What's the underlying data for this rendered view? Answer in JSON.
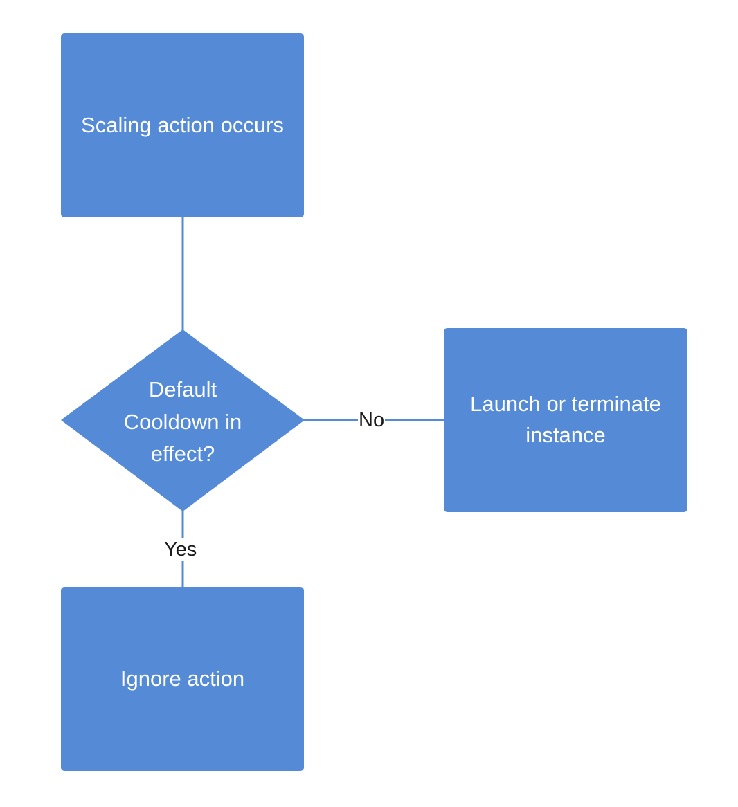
{
  "colors": {
    "node_fill": "#548ad6",
    "connector": "#548ad6",
    "node_text": "#ffffff",
    "edge_label_text": "#1a1a1a",
    "background": "#ffffff"
  },
  "nodes": {
    "start": "Scaling action occurs",
    "decision": [
      "Default",
      "Cooldown in",
      "effect?"
    ],
    "launch_terminate": "Launch or terminate instance",
    "ignore": "Ignore action"
  },
  "edges": {
    "no_label": "No",
    "yes_label": "Yes"
  }
}
